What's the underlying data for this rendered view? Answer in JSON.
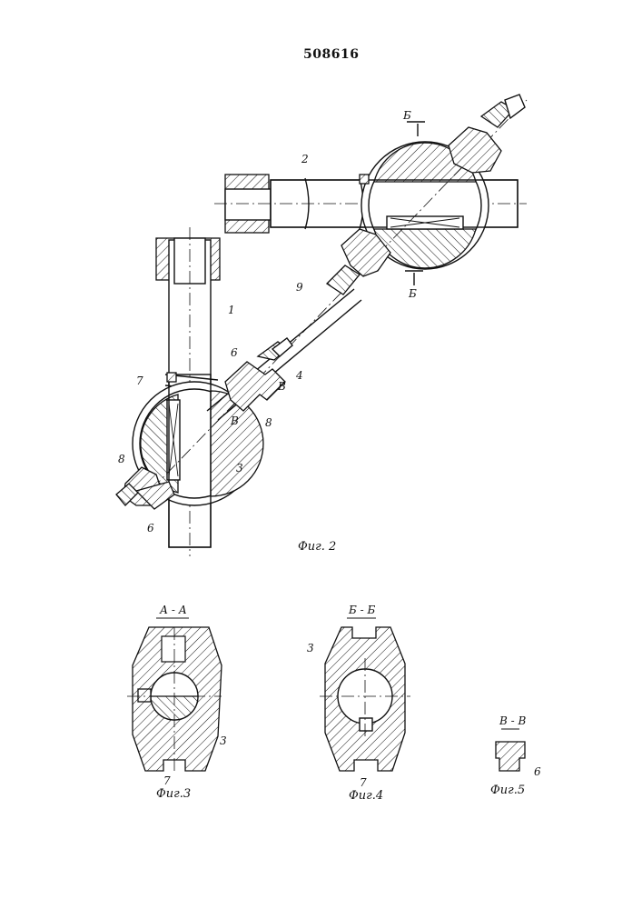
{
  "document_number": "508616",
  "labels": {
    "fig2": "Фиг. 2",
    "fig3": "Фиг.3",
    "fig4": "Фиг.4",
    "fig5": "Фиг.5",
    "section_aa": "А - А",
    "section_bb": "Б - Б",
    "section_vv": "В - В",
    "section_mark_b1": "Б",
    "section_mark_b2": "Б",
    "section_mark_v1": "В",
    "section_mark_v2": "В"
  },
  "part_numbers": {
    "p1": "1",
    "p2": "2",
    "p3_fig2": "3",
    "p4": "4",
    "p6_a": "6",
    "p6_b": "6",
    "p7_fig2": "7",
    "p8_a": "8",
    "p8_b": "8",
    "p9": "9",
    "p3_fig3": "3",
    "p7_fig3": "7",
    "p3_fig4": "3",
    "p7_fig4": "7",
    "p6_fig5": "6"
  }
}
